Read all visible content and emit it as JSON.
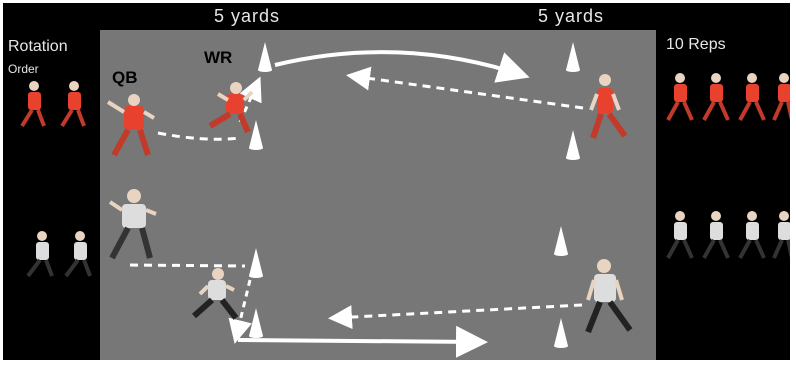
{
  "headers": {
    "left_distance": "5 yards",
    "right_distance": "5 yards",
    "left_caption_line1": "Rotation",
    "left_caption_line2": "Order",
    "right_caption": "10 Reps"
  },
  "labels": {
    "qb": "QB",
    "wr": "WR"
  },
  "colors": {
    "field": "#777777",
    "background": "#000000",
    "red_team": "#e8412e",
    "white_team": "#dddddd",
    "route": "#ffffff",
    "cone": "#ffffff"
  },
  "icons": [
    "cone-icon",
    "player-figure-icon",
    "route-arrow-icon"
  ]
}
